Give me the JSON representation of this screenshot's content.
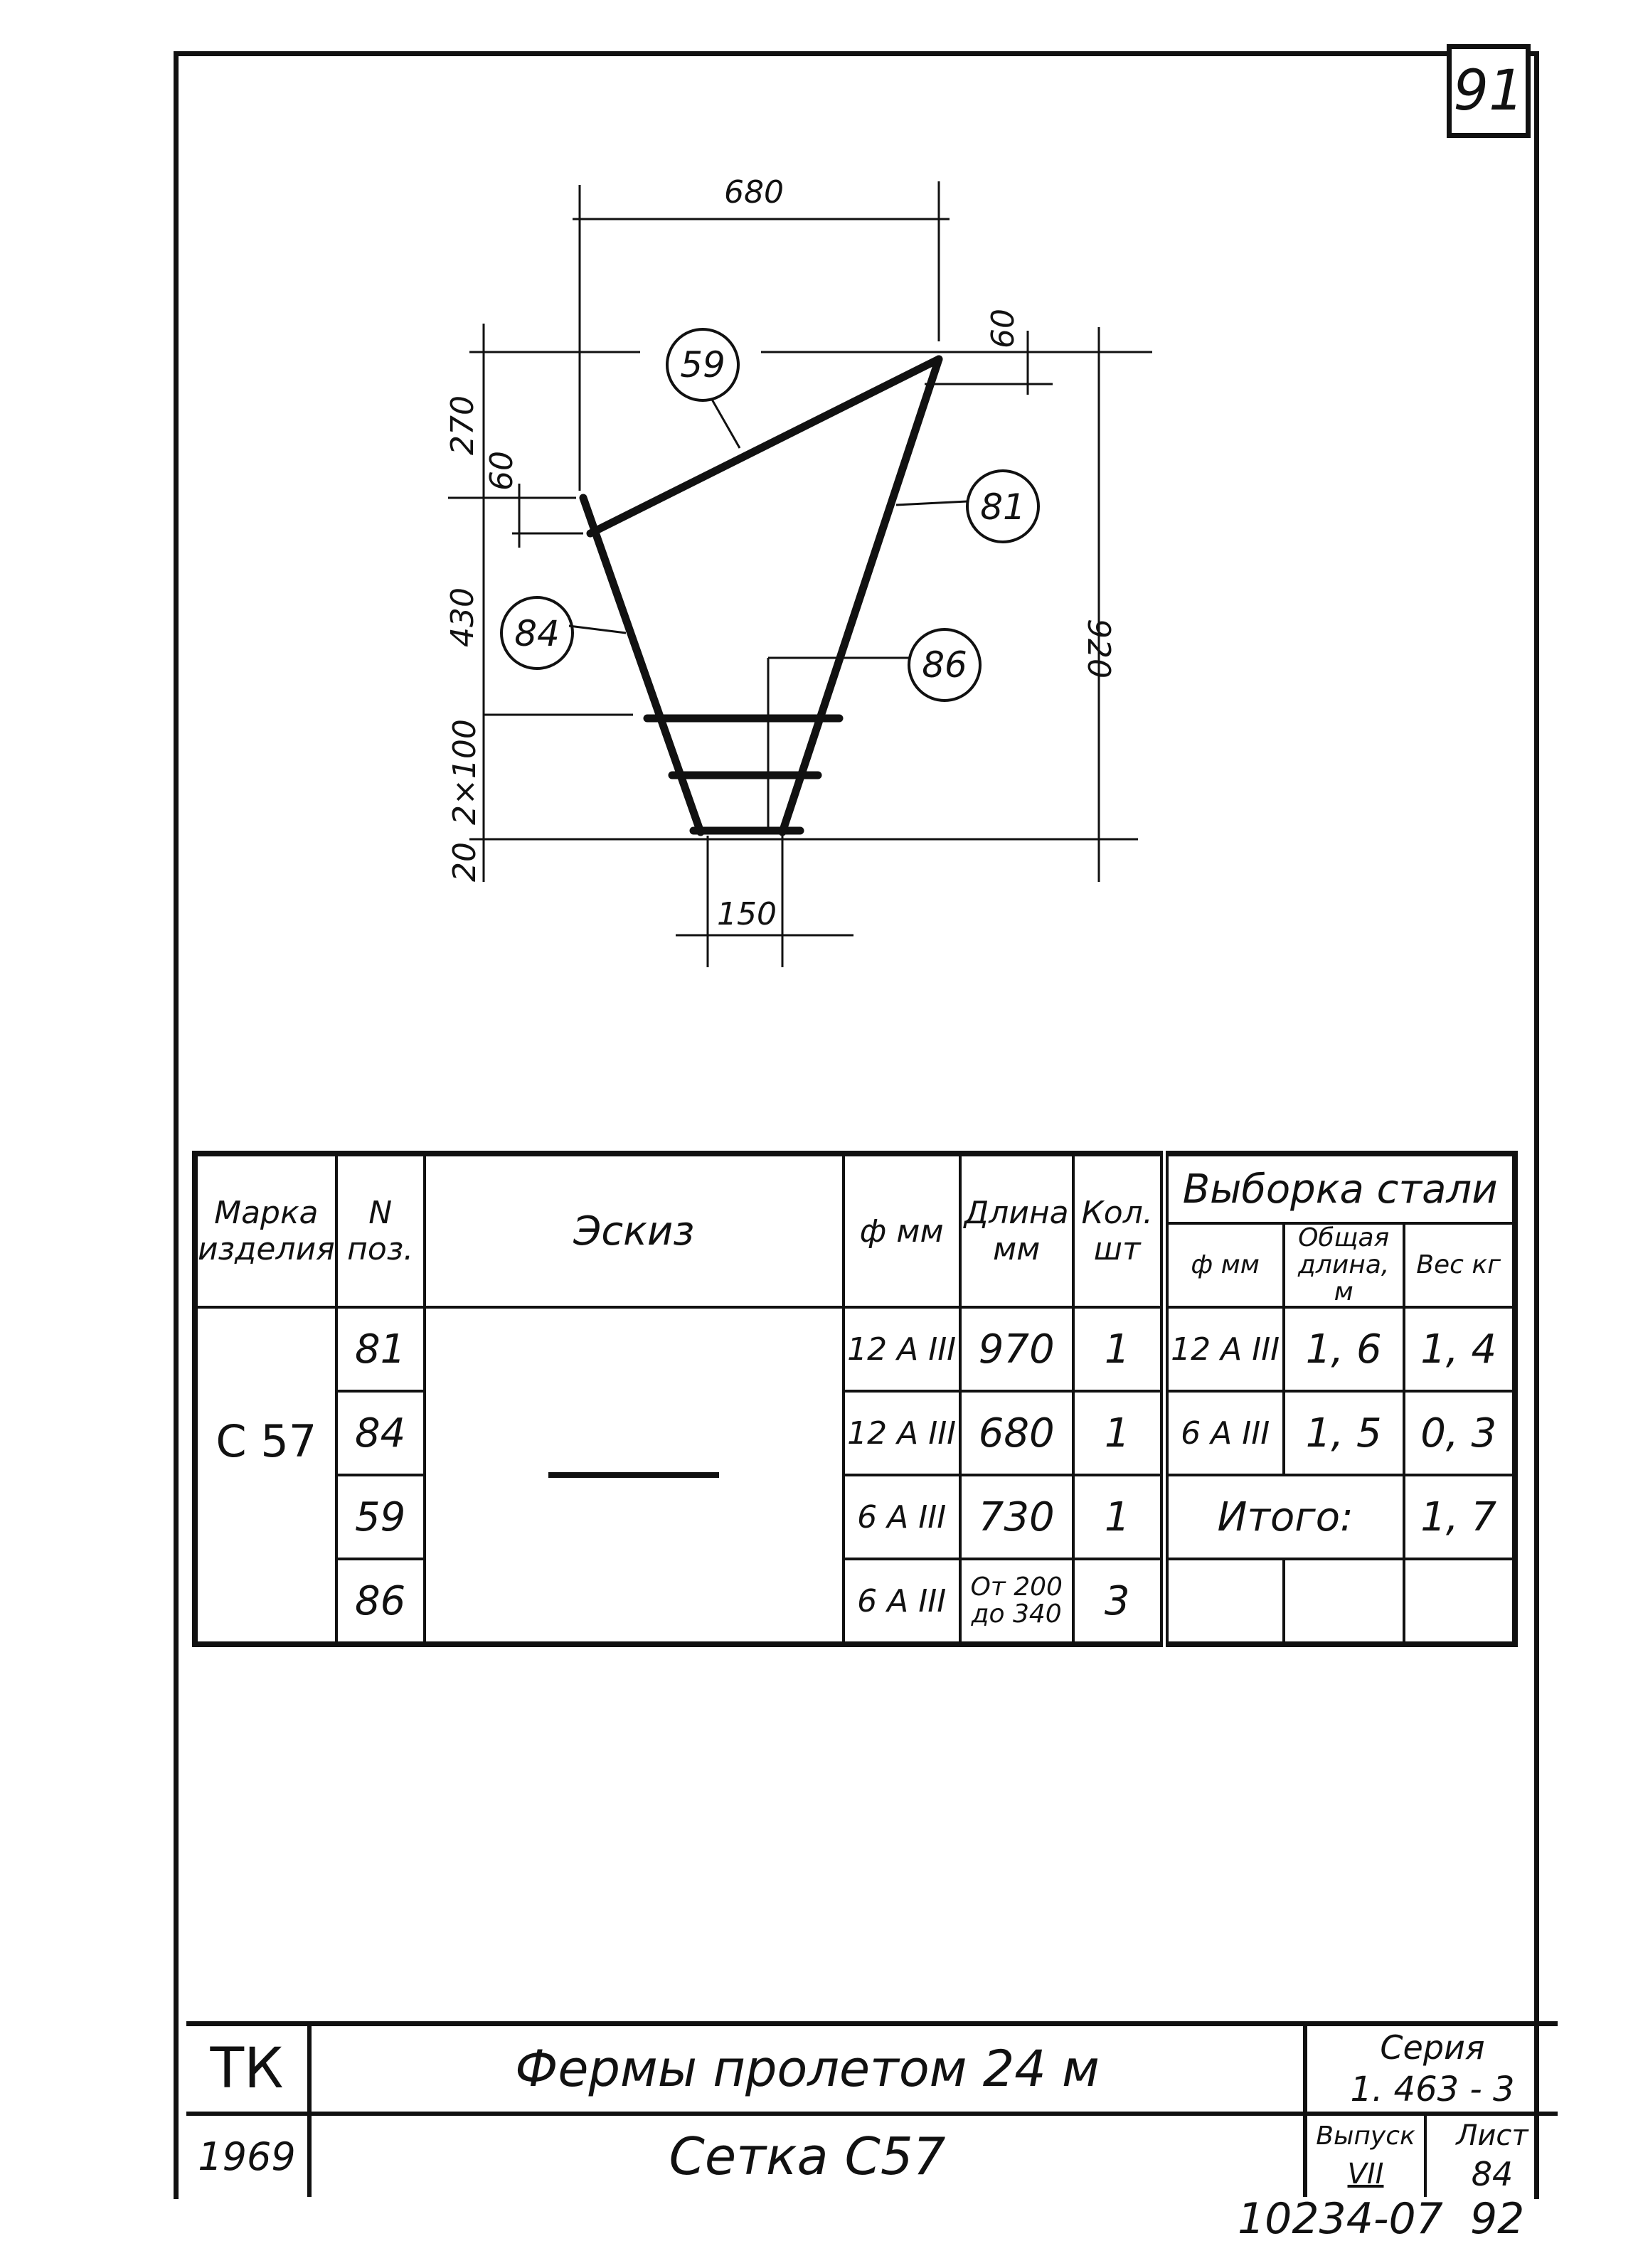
{
  "sheet_number": "91",
  "drawing": {
    "dimensions": {
      "top_width": "680",
      "right_drop": "60",
      "left_upper_height": "270",
      "left_small": "60",
      "left_mid_height": "430",
      "stirrups_spacing": "2×100",
      "bottom_offset": "20",
      "bottom_width": "150",
      "total_height": "920"
    },
    "position_tags": {
      "top": "59",
      "right": "81",
      "left": "84",
      "stirrup": "86"
    }
  },
  "table": {
    "headers": {
      "mark": "Марка изделия",
      "pos": "N поз.",
      "sketch": "Эскиз",
      "diameter": "ф мм",
      "length": "Длина мм",
      "qty": "Кол. шт",
      "steel": "Выборка стали",
      "steel_d": "ф мм",
      "steel_len": "Общая длина, м",
      "steel_weight": "Вес кг"
    },
    "mark_value": "С 57",
    "rows": [
      {
        "pos": "81",
        "d": "12 A III",
        "len": "970",
        "qty": "1"
      },
      {
        "pos": "84",
        "d": "12 A III",
        "len": "680",
        "qty": "1"
      },
      {
        "pos": "59",
        "d": "6 A III",
        "len": "730",
        "qty": "1"
      },
      {
        "pos": "86",
        "d": "6 A III",
        "len": "От 200 до 340",
        "qty": "3"
      }
    ],
    "steel": [
      {
        "d": "12 A III",
        "len": "1, 6",
        "w": "1, 4"
      },
      {
        "d": "6 A III",
        "len": "1, 5",
        "w": "0, 3"
      }
    ],
    "total_label": "Итого:",
    "total_value": "1, 7"
  },
  "stamp": {
    "org": "ТК",
    "year": "1969",
    "title": "Фермы пролетом 24 м",
    "subtitle": "Сетка С57",
    "series_label": "Серия",
    "series_value": "1. 463 - 3",
    "issue_label": "Выпуск",
    "issue_value": "VII",
    "sheet_label": "Лист",
    "sheet_value": "84"
  },
  "footer_code": "10234-07  92"
}
